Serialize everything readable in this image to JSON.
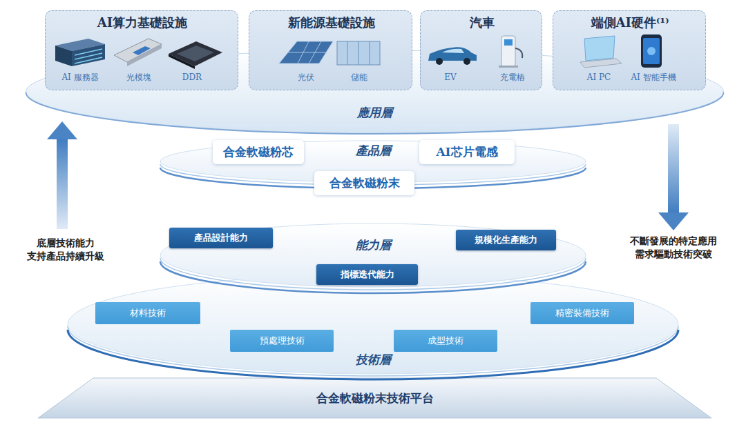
{
  "diagram": {
    "nodes": [
      {
        "text": [
          "應用層"
        ]
      },
      {
        "text": [
          "AI算力基礎設施",
          "AI 服務器",
          "光模塊",
          "DDR"
        ],
        "in": 0
      },
      {
        "text": [
          "新能源基礎設施",
          "光伏",
          "儲能"
        ],
        "in": 0
      },
      {
        "text": [
          "汽車",
          "EV",
          "充電樁"
        ],
        "in": 0
      },
      {
        "text": [
          "端側AI硬件⁽¹⁾",
          "AI PC",
          "AI 智能手機"
        ],
        "in": 0
      },
      {
        "text": [
          "產品層"
        ]
      },
      {
        "text": [
          "合金軟磁粉芯"
        ],
        "in": 5
      },
      {
        "text": [
          "AI芯片電感"
        ],
        "in": 5
      },
      {
        "text": [
          "合金軟磁粉末"
        ],
        "in": 5
      },
      {
        "text": [
          "能力層"
        ]
      },
      {
        "text": [
          "產品設計能力"
        ],
        "in": 9
      },
      {
        "text": [
          "規模化生產能力"
        ],
        "in": 9
      },
      {
        "text": [
          "指標迭代能力"
        ],
        "in": 9
      },
      {
        "text": [
          "技術層"
        ]
      },
      {
        "text": [
          "材料技術"
        ],
        "in": 13
      },
      {
        "text": [
          "預處理技術"
        ],
        "in": 13
      },
      {
        "text": [
          "成型技術"
        ],
        "in": 13
      },
      {
        "text": [
          "精密裝備技術"
        ],
        "in": 13
      },
      {
        "text": [
          "合金軟磁粉末技術平台"
        ]
      }
    ],
    "labels": [
      "底層技術能力 支持產品持續升級",
      "不斷發展的特定應用 需求驅動技術突破"
    ]
  }
}
